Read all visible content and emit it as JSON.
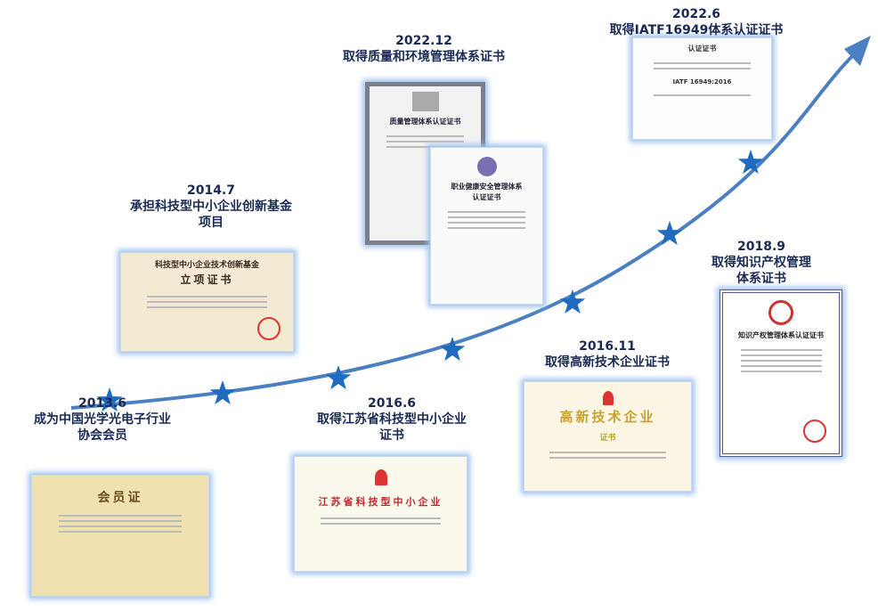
{
  "colors": {
    "arrow": "#4a7fc1",
    "star": "#1f6bc0",
    "text": "#1a2a55"
  },
  "milestones": [
    {
      "date": "2013.6",
      "lines": [
        "成为中国光学光电子行业",
        "协会会员"
      ],
      "cert_title": "会员证"
    },
    {
      "date": "2014.7",
      "lines": [
        "承担科技型中小企业创新基金",
        "项目"
      ],
      "cert_title": "科技型中小企业技术创新基金",
      "cert_subtitle": "立项证书"
    },
    {
      "date": "2016.6",
      "lines": [
        "取得江苏省科技型中小企业",
        "证书"
      ],
      "cert_title": "江苏省科技型中小企业"
    },
    {
      "date": "2016.11",
      "lines": [
        "取得高新技术企业证书"
      ],
      "cert_title": "高新技术企业",
      "cert_subtitle": "证书"
    },
    {
      "date": "2018.9",
      "lines": [
        "取得知识产权管理",
        "体系证书"
      ],
      "cert_title": "知识产权管理体系认证证书"
    },
    {
      "date": "2022.12",
      "lines": [
        "取得质量和环境管理体系证书"
      ],
      "cert_title": "质量管理体系认证证书",
      "cert_title_2": "职业健康安全管理体系",
      "cert_subtitle_2": "认证证书"
    },
    {
      "date": "2022.6",
      "lines": [
        "取得IATF16949体系认证证书"
      ],
      "cert_title": "认证证书",
      "cert_subtitle": "IATF 16949:2016"
    }
  ]
}
